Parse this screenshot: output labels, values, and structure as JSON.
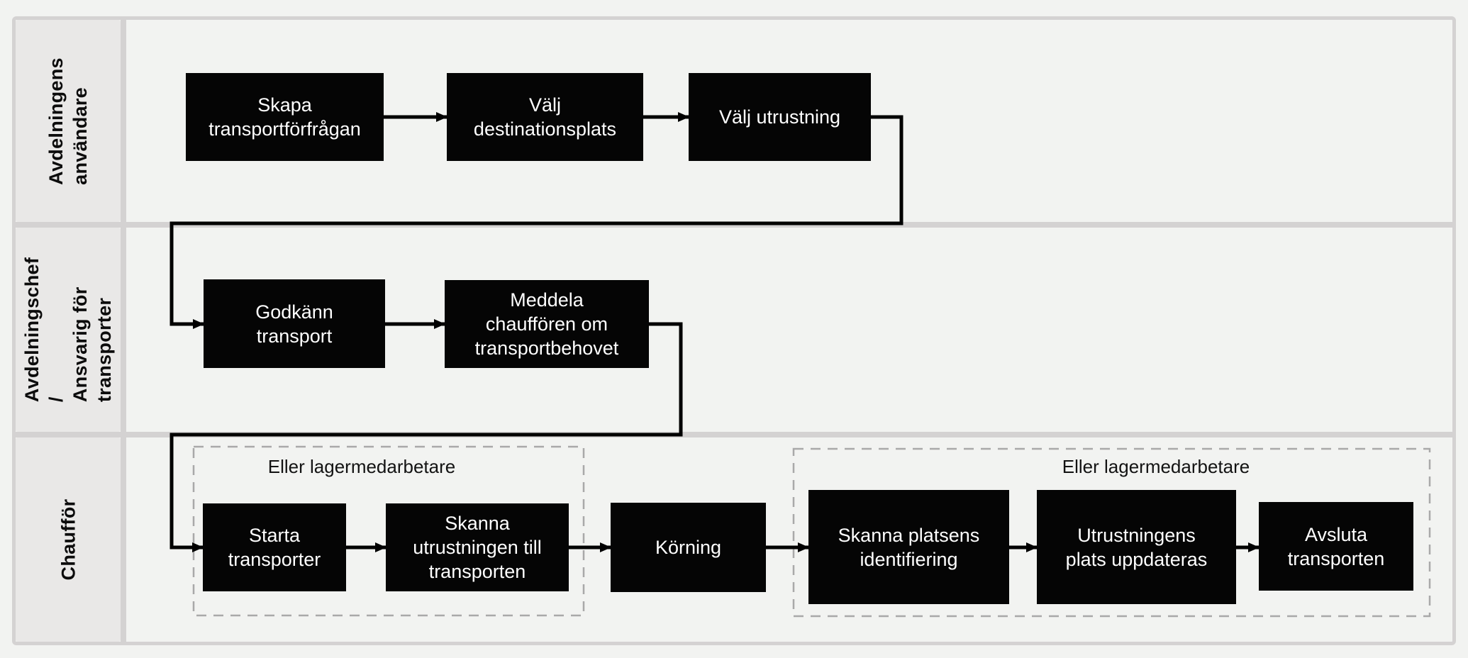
{
  "diagram_type": "swimlane-flowchart",
  "lanes": [
    {
      "label": "Avdelningens\nanvändare",
      "nodes": [
        "skapa",
        "valj_destinationsplats",
        "valj_utrustning"
      ]
    },
    {
      "label": "Avdelningschef /\nAnsvarig för\ntransporter",
      "nodes": [
        "godkann_transport",
        "meddela_chaufforen"
      ]
    },
    {
      "label": "Chaufför",
      "nodes": [
        "starta_transporter",
        "skanna_utrustningen",
        "korning",
        "skanna_platsens",
        "utrustningens_plats",
        "avsluta_transporten"
      ]
    }
  ],
  "node_labels": {
    "skapa": "Skapa\ntransportförfrågan",
    "valj_destinationsplats": "Välj\ndestinationsplats",
    "valj_utrustning": "Välj utrustning",
    "godkann_transport": "Godkänn\ntransport",
    "meddela_chaufforen": "Meddela\nchauffören om\ntransportbehovet",
    "starta_transporter": "Starta\ntransporter",
    "skanna_utrustningen": "Skanna\nutrustningen till\ntransporten",
    "korning": "Körning",
    "skanna_platsens": "Skanna platsens\nidentifiering",
    "utrustningens_plats": "Utrustningens\nplats uppdateras",
    "avsluta_transporten": "Avsluta\ntransporten"
  },
  "groups": [
    {
      "label": "Eller lagermedarbetare",
      "contains": [
        "starta_transporter",
        "skanna_utrustningen"
      ]
    },
    {
      "label": "Eller lagermedarbetare",
      "contains": [
        "skanna_platsens",
        "utrustningens_plats",
        "avsluta_transporten"
      ]
    }
  ],
  "edges": [
    {
      "from": "skapa",
      "to": "valj_destinationsplats"
    },
    {
      "from": "valj_destinationsplats",
      "to": "valj_utrustning"
    },
    {
      "from": "valj_utrustning",
      "to": "godkann_transport"
    },
    {
      "from": "godkann_transport",
      "to": "meddela_chaufforen"
    },
    {
      "from": "meddela_chaufforen",
      "to": "starta_transporter"
    },
    {
      "from": "starta_transporter",
      "to": "skanna_utrustningen"
    },
    {
      "from": "skanna_utrustningen",
      "to": "korning"
    },
    {
      "from": "korning",
      "to": "skanna_platsens"
    },
    {
      "from": "skanna_platsens",
      "to": "utrustningens_plats"
    },
    {
      "from": "utrustningens_plats",
      "to": "avsluta_transporten"
    }
  ],
  "colors": {
    "background": "#f2f3f1",
    "lane_cell_fill": "#e9e8e7",
    "grid_border": "#d4d2d2",
    "node_fill": "#050505",
    "node_text": "#ffffff",
    "connector": "#000000",
    "group_border": "#a9a9a9"
  }
}
